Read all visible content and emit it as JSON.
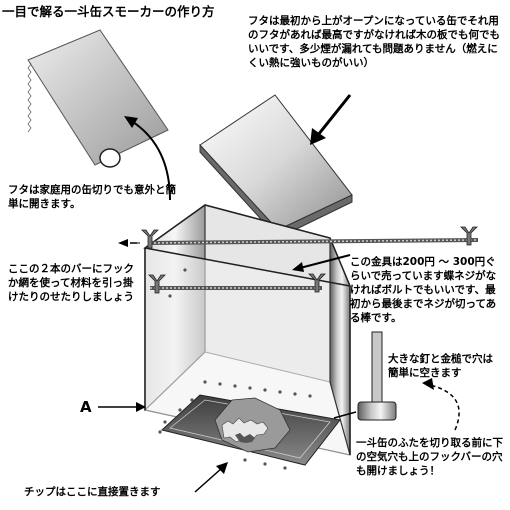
{
  "title": "一目で解る一斗缶スモーカーの作り方",
  "labels": {
    "lid_note": "フタは最初から上がオープンになっている缶でそれ用のフタがあれば最高ですがなければ木の板でも何でもいいです、多少煙が漏れても問題ありません（燃えにくい熱に強いものがいい）",
    "cut_note": "フタは家庭用の缶切りでも意外と簡単に開きます。",
    "bars_note": "ここの２本のバーにフックか網を使って材料を引っ掛けたりのせたりしましょう",
    "bolt_note": "この金具は200円 ～ 300円ぐらいで売っています蝶ネジがなければボルトでもいいです、最初から最後までネジが切ってある棒です。",
    "nail_note": "大きな釘と金槌で穴は簡単に空きます",
    "hole_note": "一斗缶のふたを切り取る前に下の空気穴も上のフックバーの穴も開けましょう！",
    "chips_note": "チップはここに直接置きます",
    "a_label": "A"
  }
}
